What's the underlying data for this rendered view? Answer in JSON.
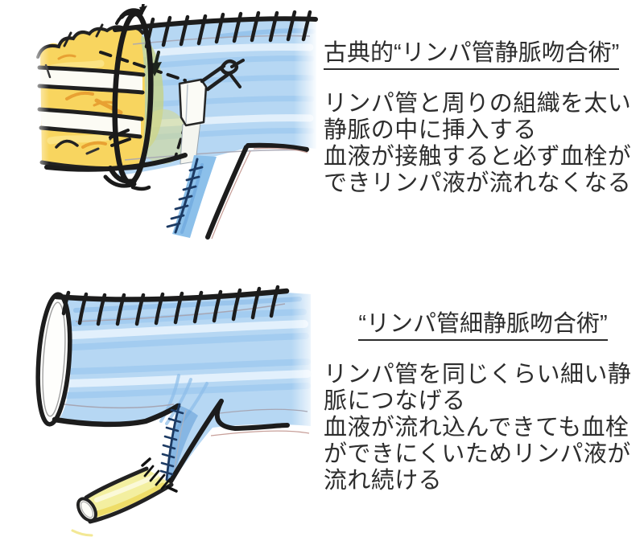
{
  "sections": [
    {
      "id": "classic-lva",
      "title": "古典的“リンパ管静脈吻合術”",
      "body_lines": [
        "リンパ管と周りの組織を太い",
        "静脈の中に挿入する",
        "血液が接触すると必ず血栓が",
        "できリンパ液が流れなくなる"
      ]
    },
    {
      "id": "supermicro-lva",
      "title": "“リンパ管細静脈吻合術”",
      "body_lines": [
        "リンパ管を同じくらい細い静",
        "脈につなげる",
        "血液が流れ込んできても血栓",
        "ができにくいためリンパ液が",
        "流れ続ける"
      ]
    }
  ],
  "colors": {
    "background": "#ffffff",
    "text": "#2d2d2d",
    "outline_ink": "#1c1c1c",
    "vein_blue": "#b6d7f3",
    "vein_blue_deep": "#7fb4e6",
    "branch_blue": "#5f9bd6",
    "tissue_yellow": "#f8d55f",
    "lymph_pale_yellow": "#f3efa0",
    "tissue_green": "#c4d28a",
    "suture_navy": "#1c3a63",
    "pencil_gray": "#a6a6b4",
    "pencil_pink": "#c8a09a",
    "accent_orange": "#e8a133"
  }
}
